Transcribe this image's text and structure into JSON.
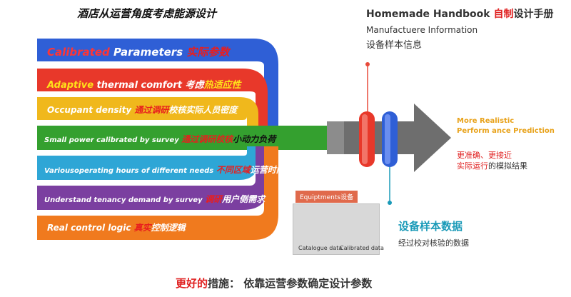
{
  "header": {
    "title": "酒店从运营角度考虑能源设计",
    "handbook_prefix": "Homemade Handbook ",
    "handbook_red": "自制",
    "handbook_suffix": "设计手册",
    "info_en": "Manufactuere Information",
    "info_cn": "设备样本信息"
  },
  "stripes": [
    {
      "en_a": "Calibrated ",
      "en_b": "Parameters ",
      "cn": "实际参数",
      "color": "#2f5fd6"
    },
    {
      "en_a": "Adaptive ",
      "en_b": "thermal comfort ",
      "cn_a": "考虑",
      "cn_b": "热适应性",
      "color": "#e8382a"
    },
    {
      "en": "Occupant density ",
      "cn_a": "通过调研",
      "cn_b": "校核实际人员密度",
      "color": "#f0b81c"
    },
    {
      "en": "Small power calibrated by survey ",
      "cn_a": "通过调研校核",
      "cn_b": "小动力负荷",
      "color": "#34a02f"
    },
    {
      "en": "Variousoperating hours of different needs ",
      "cn_a": "不同区域",
      "cn_b": "运营时间",
      "color": "#2ea6d6"
    },
    {
      "en": "Understand tenancy demand by survey ",
      "cn_a": "调研",
      "cn_b": "用户侧需求",
      "color": "#7b3fa0"
    },
    {
      "en": "Real control logic ",
      "cn_a": "真实",
      "cn_b": "控制逻辑",
      "color": "#f07a1e"
    }
  ],
  "result": {
    "en_line1": "More Realistic",
    "en_line2": "Perform ance Prediction",
    "cn_line1": "更准确、更接近",
    "cn_line2_a": "实际运行",
    "cn_line2_b": "的模拟结果"
  },
  "equipment": {
    "label": "Equiptments设备",
    "caption1": "Catalogue data",
    "caption2": "Calibrated data",
    "title": "设备样本数据",
    "subtitle": "经过校对核验的数据"
  },
  "footer": {
    "red": "更好的",
    "rest": "措施： 依靠运营参数确定设计参数"
  }
}
